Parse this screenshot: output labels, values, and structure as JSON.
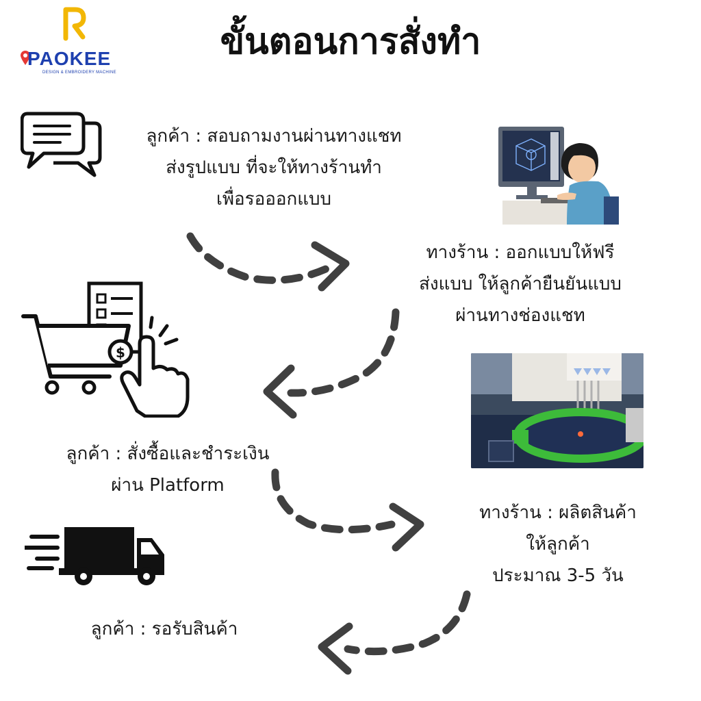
{
  "brand": {
    "name": "PAOKEE",
    "tagline": "DESIGN & EMBROIDERY MACHINE",
    "logo_letter": "R",
    "colors": {
      "primary": "#1E40AF",
      "accent": "#F2B705",
      "pin": "#E53935"
    }
  },
  "title": "ขั้นตอนการสั่งทำ",
  "steps": [
    {
      "actor": "customer",
      "icon": "chat-bubbles-icon",
      "lines": [
        "ลูกค้า : สอบถามงานผ่านทางแชท",
        "ส่งรูปแบบ ที่จะให้ทางร้านทำ",
        "เพื่อรอออกแบบ"
      ]
    },
    {
      "actor": "shop",
      "icon": "designer-computer-illustration",
      "lines": [
        "ทางร้าน : ออกแบบให้ฟรี",
        "ส่งแบบ ให้ลูกค้ายืนยันแบบ",
        "ผ่านทางช่องแชท"
      ]
    },
    {
      "actor": "customer",
      "icon": "shopping-cart-payment-icon",
      "lines": [
        "ลูกค้า : สั่งซื้อและชำระเงิน",
        "ผ่าน Platform"
      ]
    },
    {
      "actor": "shop",
      "icon": "embroidery-machine-photo",
      "lines": [
        "ทางร้าน : ผลิตสินค้า",
        "ให้ลูกค้า",
        "ประมาณ 3-5 วัน"
      ]
    },
    {
      "actor": "customer",
      "icon": "delivery-truck-icon",
      "lines": [
        "ลูกค้า : รอรับสินค้า"
      ]
    }
  ],
  "arrow_color": "#404040"
}
